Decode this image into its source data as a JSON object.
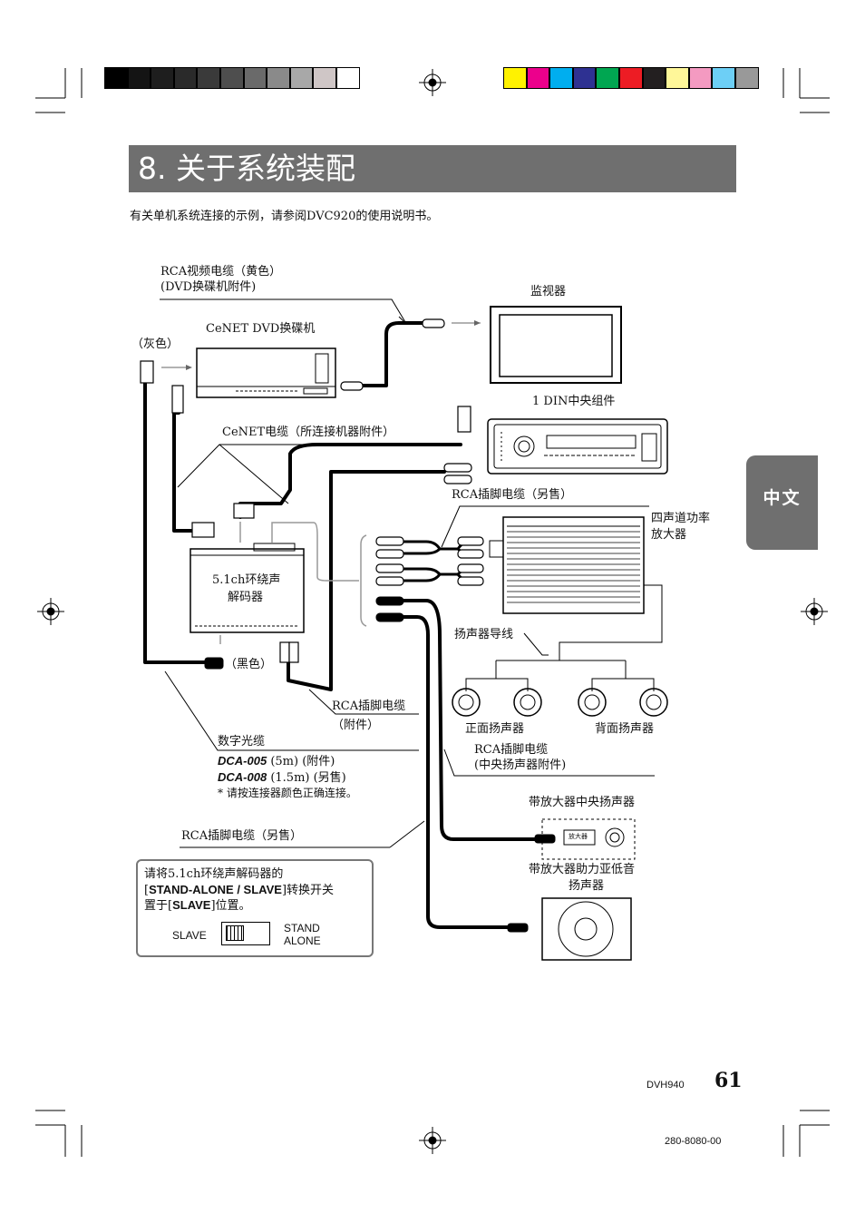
{
  "page_title": "8. 关于系统装配",
  "intro": "有关单机系统连接的示例，请参阅DVC920的使用说明书。",
  "side_tab": "中文",
  "labels": {
    "rca_video_cable_1": "RCA视频电缆（黄色）",
    "rca_video_cable_2": "(DVD换碟机附件)",
    "monitor": "监视器",
    "gray": "（灰色）",
    "cenet_dvd_changer": "CeNET DVD换碟机",
    "one_din_unit": "1 DIN中央组件",
    "cenet_cable": "CeNET电缆（所连接机器附件）",
    "rca_pin_sold_separately_1": "RCA插脚电缆（另售）",
    "four_ch_amp_1": "四声道功率",
    "four_ch_amp_2": "放大器",
    "decoder_1": "5.1ch环绕声",
    "decoder_2": "解码器",
    "speaker_wire": "扬声器导线",
    "black": "（黑色）",
    "front_speakers": "正面扬声器",
    "rear_speakers": "背面扬声器",
    "rca_pin_accessory_1": "RCA插脚电缆",
    "rca_pin_accessory_2": "（附件）",
    "optical_cable": "数字光缆",
    "dca005_model": "DCA-005",
    "dca005_desc": " (5m) (附件)",
    "dca008_model": "DCA-008",
    "dca008_desc": " (1.5m) (另售)",
    "color_note": "* 请按连接器颜色正确连接。",
    "rca_center_1": "RCA插脚电缆",
    "rca_center_2": "(中央扬声器附件)",
    "amp_center_speaker": "带放大器中央扬声器",
    "amp_box": "放大器",
    "amp_subwoofer_1": "带放大器助力亚低音",
    "amp_subwoofer_2": "扬声器",
    "rca_pin_sold_separately_2": "RCA插脚电缆（另售）"
  },
  "note_box": {
    "line1": "请将5.1ch环绕声解码器的",
    "line2_open": "[",
    "line2_bold": "STAND-ALONE / SLAVE",
    "line2_tail": "]转换开关",
    "line3_head": "置于[",
    "line3_bold": "SLAVE",
    "line3_tail": "]位置。",
    "slave": "SLAVE",
    "stand": "STAND",
    "alone": "ALONE"
  },
  "footer": {
    "model": "DVH940",
    "page_number": "61",
    "doc_code": "280-8080-00"
  },
  "colors": {
    "title_bar": "#6f6f6f",
    "gray_swatches": [
      "#000000",
      "#141414",
      "#1e1e1e",
      "#2a2a2a",
      "#3a3a3a",
      "#4e4e4e",
      "#6a6a6a",
      "#8a8a8a",
      "#a8a8a8",
      "#cfc6c6",
      "#ffffff"
    ],
    "color_swatches": [
      "#fff200",
      "#ec008c",
      "#00aeef",
      "#2e3192",
      "#00a651",
      "#ed1c24",
      "#231f20",
      "#fff799",
      "#f49ac1",
      "#6dcff6",
      "#999999"
    ]
  }
}
